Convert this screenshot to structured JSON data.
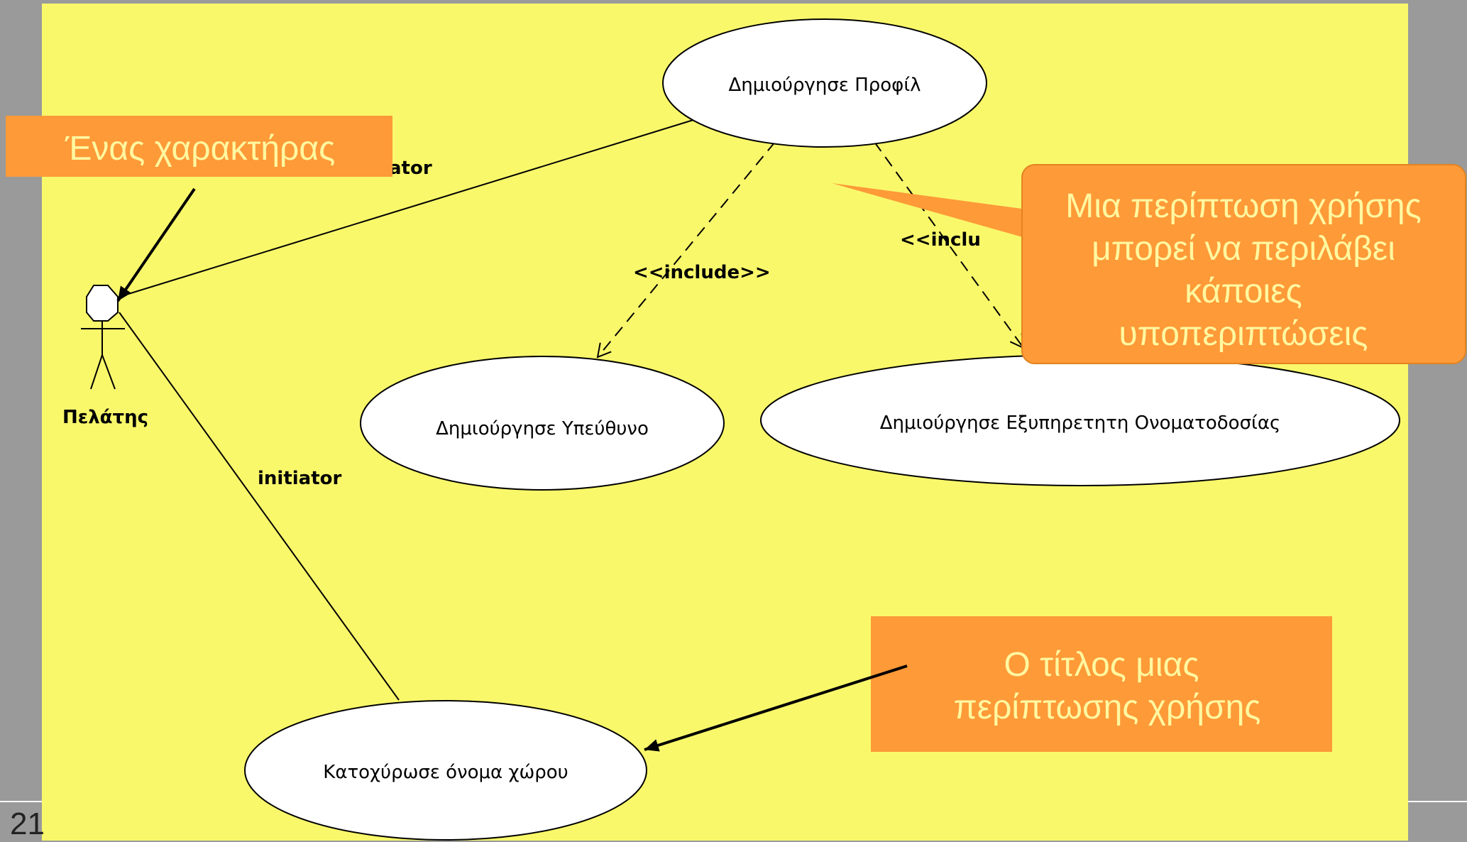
{
  "diagram": {
    "actor": {
      "label": "Πελάτης"
    },
    "use_cases": {
      "create_profile": "Δημιούργησε Προφίλ",
      "create_responsible": "Δημιούργησε Υπεύθυνο",
      "create_naming_server": "Δημιούργησε Εξυπηρετητη Ονοματοδοσίας",
      "register_domain": "Κατοχύρωσε όνομα χώρου"
    },
    "relations": {
      "initiator_top": "ator",
      "initiator_bottom": "initiator",
      "include_left": "<<include>>",
      "include_right": "<<inclu"
    }
  },
  "callouts": {
    "actor": "Ένας χαρακτήρας",
    "subcases_lines": [
      "Μια περίπτωση χρήσης",
      "μπορεί να περιλάβει",
      "κάποιες",
      "υποπεριπτώσεις"
    ],
    "title_lines": [
      "Ο τίτλος μιας",
      "περίπτωσης χρήσης"
    ]
  },
  "slide": {
    "page_number": "21"
  },
  "colors": {
    "canvas": "#f9f86b",
    "callout_fill": "#fe9a38",
    "callout_text": "#fff8a0",
    "frame": "#9a9a9a"
  }
}
